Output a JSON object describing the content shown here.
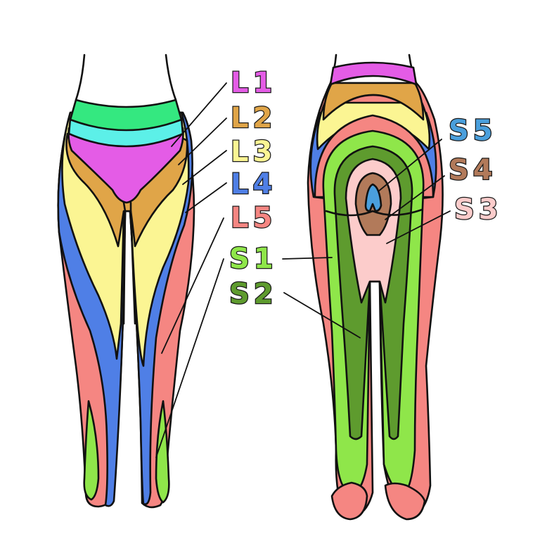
{
  "labels": {
    "L1": "L1",
    "L2": "L2",
    "L3": "L3",
    "L4": "L4",
    "L5": "L5",
    "S1": "S1",
    "S2": "S2",
    "S3": "S3",
    "S4": "S4",
    "S5": "S5"
  },
  "colors": {
    "L1": "#e45ce6",
    "L2": "#e0a548",
    "L3": "#fbf593",
    "L4": "#4f7fe6",
    "L5": "#f58682",
    "S1": "#8fe64a",
    "S2": "#5e9b2e",
    "S3": "#fccccb",
    "S4": "#b27a5a",
    "S5": "#4a9fdc",
    "T12": "#34e880",
    "T11": "#5cf0e8",
    "outline": "#111111"
  }
}
